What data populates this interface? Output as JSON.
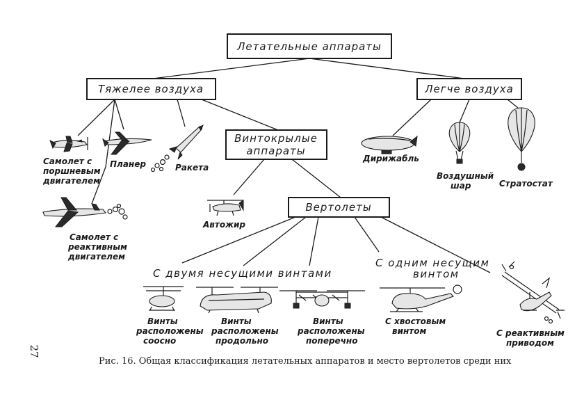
{
  "nodes": {
    "root": "Летательные аппараты",
    "heavier": "Тяжелее воздуха",
    "lighter": "Легче воздуха",
    "rotorcraft_line1": "Винтокрылые",
    "rotorcraft_line2": "аппараты",
    "helicopters": "Вертолеты"
  },
  "leaves": {
    "piston_plane": [
      "Самолет с",
      "поршневым",
      "двигателем"
    ],
    "glider": "Планер",
    "rocket": "Ракета",
    "jet_plane": [
      "Самолет с",
      "реактивным",
      "двигателем"
    ],
    "airship": "Дирижабль",
    "balloon": [
      "Воздушный",
      "шар"
    ],
    "stratostat": "Стратостат",
    "autogyro": "Автожир",
    "coaxial": [
      "Винты",
      "расположены",
      "соосно"
    ],
    "tandem": [
      "Винты",
      "расположены",
      "продольно"
    ],
    "transverse": [
      "Винты",
      "расположены",
      "поперечно"
    ],
    "tail_rotor": [
      "С хвостовым",
      "винтом"
    ],
    "jet_drive": [
      "С реактивным",
      "приводом"
    ]
  },
  "groups": {
    "two_rotors": "С двумя несущими винтами",
    "one_rotor_line1": "С одним несущим",
    "one_rotor_line2": "винтом"
  },
  "caption": "Рис. 16. Общая классификация летательных аппаратов и место вертолетов среди них",
  "page_number": "27"
}
